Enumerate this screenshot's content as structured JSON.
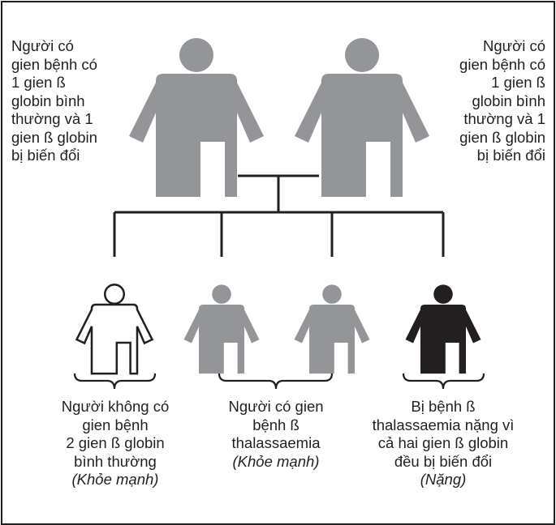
{
  "colors": {
    "carrier": "#939598",
    "affected": "#231f20",
    "healthy_fill": "#ffffff",
    "line": "#231f20"
  },
  "icons": {
    "parent": "person-icon",
    "child": "person-icon"
  },
  "parents": {
    "left_lines": [
      "Người có",
      "gien bệnh có",
      "1 gien ß",
      "globin bình",
      "thường và 1",
      "gien ß globin",
      "bị biến đổi"
    ],
    "right_lines": [
      "Người có",
      "gien bệnh có",
      "1 gien ß",
      "globin bình",
      "thường và 1",
      "gien ß globin",
      "bị biến đổi"
    ]
  },
  "children": {
    "normal": {
      "lines": [
        "Người không có",
        "gien bệnh",
        "2 gien ß globin",
        "bình thường"
      ],
      "note": "(Khỏe mạnh)"
    },
    "carrier": {
      "lines": [
        "Người có gien",
        "bệnh ß",
        "thalassaemia"
      ],
      "note": "(Khỏe mạnh)"
    },
    "affected": {
      "lines": [
        "Bị bệnh ß",
        "thalassaemia nặng vì",
        "cả hai gien ß globin",
        "đều bị biến đổi"
      ],
      "note": "(Nặng)"
    }
  }
}
